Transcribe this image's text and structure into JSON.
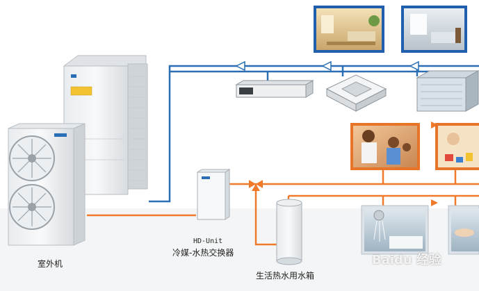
{
  "labels": {
    "outdoor_unit": "室外机",
    "hd_unit_line1": "HD-Unit",
    "hd_unit_line2": "冷媒-水热交换器",
    "water_tank": "生活热水用水箱",
    "watermark": "Baidu 经验"
  },
  "colors": {
    "refrigerant_pipe": "#2a6fb5",
    "water_pipe": "#f07a2a",
    "photo_frame_blue": "#1f5fae",
    "photo_frame_orange": "#e8742a"
  },
  "icons": {
    "outdoor_unit_large": "outdoor-unit",
    "outdoor_unit_small": "outdoor-unit",
    "duct_unit": "ducted-indoor-unit",
    "cassette_unit": "cassette-indoor-unit",
    "floor_unit": "floor-standing-unit",
    "hd_unit": "hydro-box",
    "tank": "water-tank",
    "valve": "three-way-valve"
  }
}
